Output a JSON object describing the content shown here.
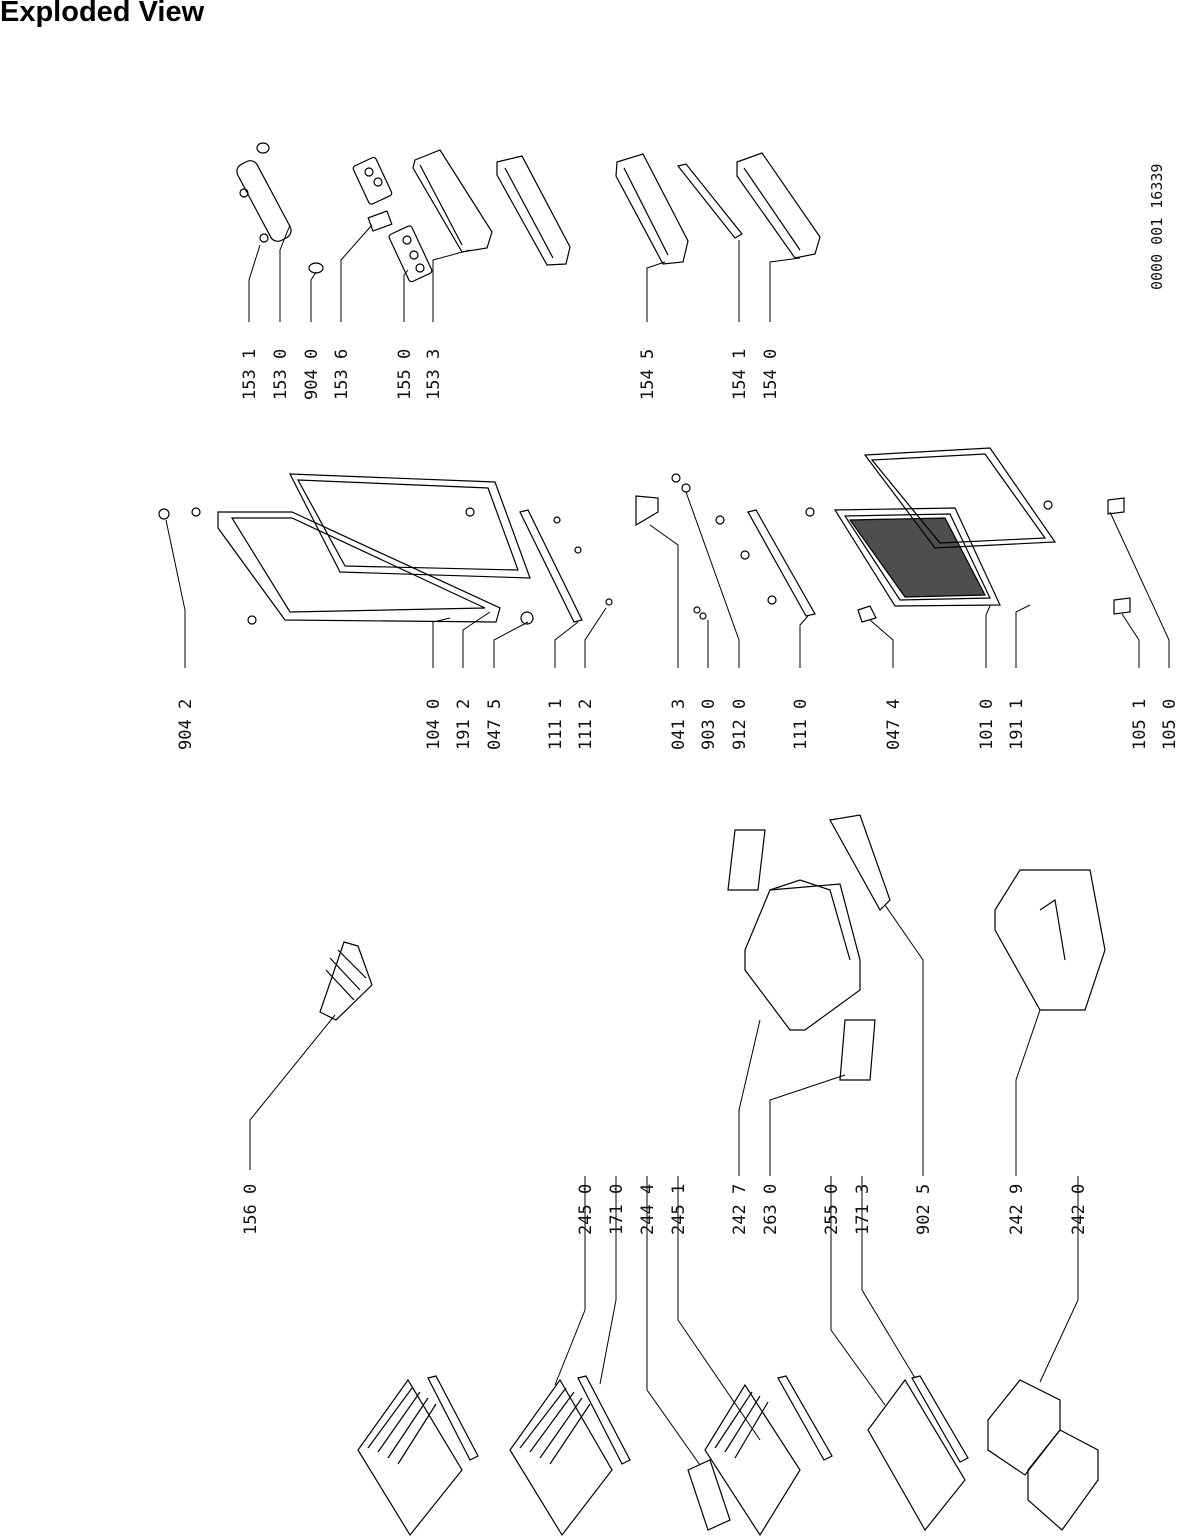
{
  "title": "Exploded View",
  "drawing_number": "0000 001 16339",
  "parts": {
    "p1531": "153 1",
    "p1530": "153 0",
    "p9040": "904 0",
    "p1536": "153 6",
    "p1550": "155 0",
    "p1533": "153 3",
    "p1545": "154 5",
    "p1541": "154 1",
    "p1540": "154 0",
    "p9042": "904 2",
    "p1040": "104 0",
    "p1912": "191 2",
    "p0475": "047 5",
    "p1111": "111 1",
    "p1112": "111 2",
    "p0413": "041 3",
    "p9030": "903 0",
    "p9120": "912 0",
    "p1110": "111 0",
    "p0474": "047 4",
    "p1010": "101 0",
    "p1911": "191 1",
    "p1051": "105 1",
    "p1050": "105 0",
    "p1560": "156 0",
    "p2450": "245 0",
    "p1710": "171 0",
    "p2444": "244 4",
    "p2451": "245 1",
    "p2427": "242 7",
    "p2630": "263 0",
    "p2550": "255 0",
    "p1713": "171 3",
    "p9025": "902 5",
    "p2429": "242 9",
    "p2420": "242 0"
  }
}
